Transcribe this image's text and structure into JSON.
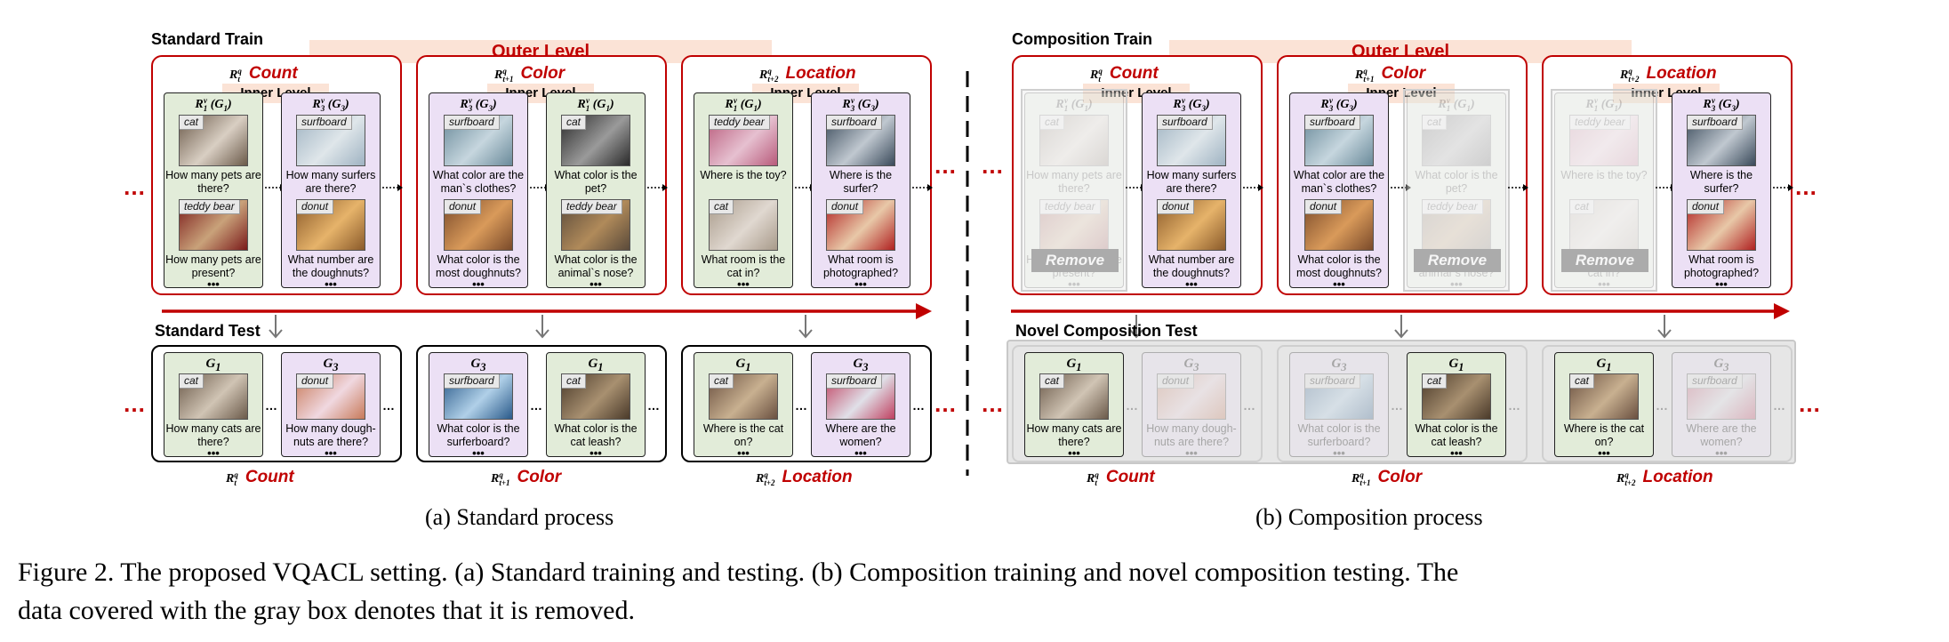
{
  "standard_train": {
    "title": "Standard Train",
    "outer_level": "Outer Level",
    "inner_level": "Inner Level",
    "tasks": [
      {
        "sym": "R",
        "sup": "q",
        "sub": "t",
        "label": "Count",
        "cards": [
          {
            "head": "R",
            "hsup": "v",
            "hsub": "1",
            "hg": "(G",
            "hgsub": "1",
            "color": "green",
            "items": [
              {
                "tag": "cat",
                "q": "How many pets are there?",
                "c1": "#6b5a4a",
                "c2": "#d9cfc3"
              },
              {
                "tag": "teddy bear",
                "q": "How many pets are present?",
                "c1": "#7a1a1a",
                "c2": "#c9a27a"
              }
            ]
          },
          {
            "head": "R",
            "hsup": "v",
            "hsub": "3",
            "hg": "(G",
            "hgsub": "3",
            "color": "purple",
            "items": [
              {
                "tag": "surfboard",
                "q": "How many surfers are there?",
                "c1": "#9fb3c2",
                "c2": "#dfe6ea"
              },
              {
                "tag": "donut",
                "q": "What number are the doughnuts?",
                "c1": "#8a5a2a",
                "c2": "#e6b36a"
              }
            ]
          }
        ]
      },
      {
        "sym": "R",
        "sup": "q",
        "sub": "t+1",
        "label": "Color",
        "cards": [
          {
            "head": "R",
            "hsup": "v",
            "hsub": "3",
            "hg": "(G",
            "hgsub": "3",
            "color": "purple",
            "items": [
              {
                "tag": "surfboard",
                "q": "What color are the man`s clothes?",
                "c1": "#6a8a9a",
                "c2": "#c6d6de"
              },
              {
                "tag": "donut",
                "q": "What color is the most doughnuts?",
                "c1": "#7a4a2a",
                "c2": "#d99a5a"
              }
            ]
          },
          {
            "head": "R",
            "hsup": "v",
            "hsub": "1",
            "hg": "(G",
            "hgsub": "1",
            "color": "green",
            "items": [
              {
                "tag": "cat",
                "q": "What color is the pet?",
                "c1": "#2a2a2a",
                "c2": "#9a9a9a"
              },
              {
                "tag": "teddy bear",
                "q": "What color is the animal`s nose?",
                "c1": "#5a4a3a",
                "c2": "#b08a5a"
              }
            ]
          }
        ]
      },
      {
        "sym": "R",
        "sup": "q",
        "sub": "t+2",
        "label": "Location",
        "cards": [
          {
            "head": "R",
            "hsup": "v",
            "hsub": "1",
            "hg": "(G",
            "hgsub": "1",
            "color": "green",
            "items": [
              {
                "tag": "teddy bear",
                "q": "Where is the toy?",
                "c1": "#b85a7a",
                "c2": "#e6c0d0"
              },
              {
                "tag": "cat",
                "q": "What room is the cat in?",
                "c1": "#a89a8a",
                "c2": "#e0d8d0"
              }
            ]
          },
          {
            "head": "R",
            "hsup": "v",
            "hsub": "3",
            "hg": "(G",
            "hgsub": "3",
            "color": "purple",
            "items": [
              {
                "tag": "surfboard",
                "q": "Where is the surfer?",
                "c1": "#3a4a5a",
                "c2": "#c0c8d0"
              },
              {
                "tag": "donut",
                "q": "What room is photographed?",
                "c1": "#b02020",
                "c2": "#e8c8a8"
              }
            ]
          }
        ]
      }
    ]
  },
  "standard_test": {
    "title": "Standard Test",
    "tasks": [
      {
        "sym": "R",
        "sup": "q",
        "sub": "t",
        "label": "Count",
        "cards": [
          {
            "g": "G",
            "gsub": "1",
            "color": "green",
            "tag": "cat",
            "q": "How many cats are there?",
            "c1": "#6b5a4a",
            "c2": "#d0c4b4"
          },
          {
            "g": "G",
            "gsub": "3",
            "color": "purple",
            "tag": "donut",
            "q": "How many dough-nuts are there?",
            "c1": "#c87a5a",
            "c2": "#f0d8e0"
          }
        ]
      },
      {
        "sym": "R",
        "sup": "q",
        "sub": "t+1",
        "label": "Color",
        "cards": [
          {
            "g": "G",
            "gsub": "3",
            "color": "purple",
            "tag": "surfboard",
            "q": "What color is the surferboard?",
            "c1": "#2a5a8a",
            "c2": "#b0d0e8"
          },
          {
            "g": "G",
            "gsub": "1",
            "color": "green",
            "tag": "cat",
            "q": "What color is the cat leash?",
            "c1": "#4a3a2a",
            "c2": "#a89070"
          }
        ]
      },
      {
        "sym": "R",
        "sup": "q",
        "sub": "t+2",
        "label": "Location",
        "cards": [
          {
            "g": "G",
            "gsub": "1",
            "color": "green",
            "tag": "cat",
            "q": "Where is the cat on?",
            "c1": "#6a5040",
            "c2": "#c8b090"
          },
          {
            "g": "G",
            "gsub": "3",
            "color": "purple",
            "tag": "surfboard",
            "q": "Where are the women?",
            "c1": "#c04060",
            "c2": "#e0e0e8"
          }
        ]
      }
    ]
  },
  "composition_train": {
    "title": "Composition Train",
    "outer_level": "Outer Level",
    "inner_level": "Inner Level",
    "remove_label": "Remove"
  },
  "novel_test": {
    "title": "Novel Composition Test"
  },
  "ellipsis": "…",
  "card_dots": "•••",
  "captions": {
    "a": "(a) Standard process",
    "b": "(b) Composition process",
    "figure_line1": "Figure 2.  The proposed VQACL setting.  (a) Standard training and testing.  (b) Composition training and novel composition testing.  The",
    "figure_line2": "data covered with the gray box denotes that it is removed."
  }
}
